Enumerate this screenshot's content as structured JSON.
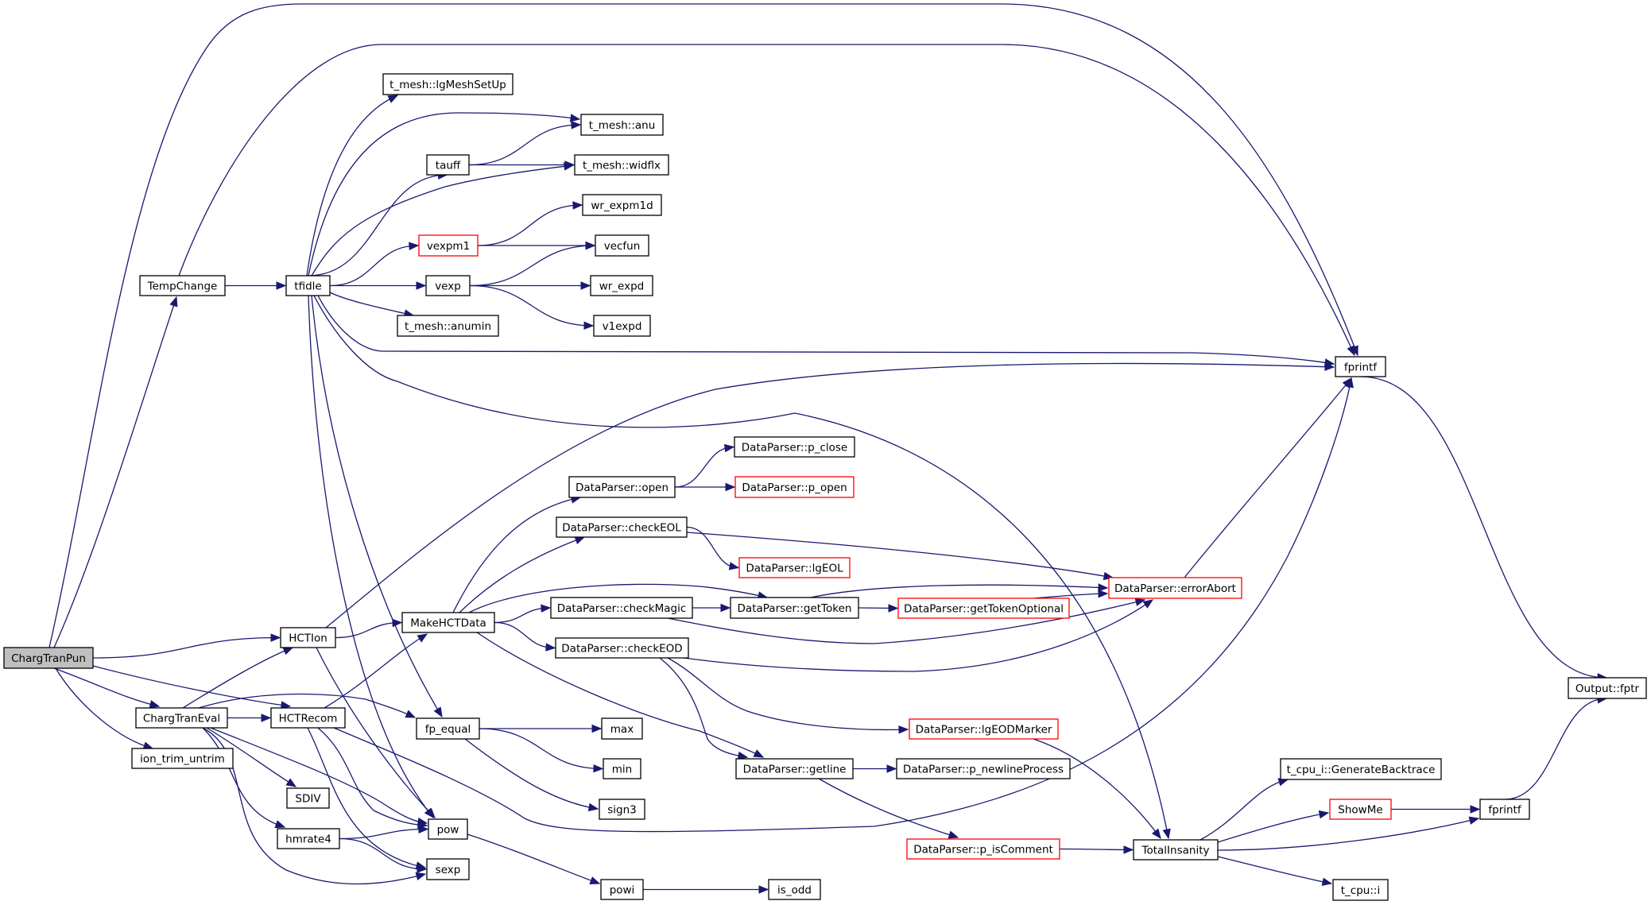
{
  "title": "ChargTranPun call graph",
  "colors": {
    "edge": "#191970",
    "node_border": "#000000",
    "node_border_undocumented": "#ff0000",
    "root_fill": "#bfbfbf",
    "node_fill": "#ffffff"
  },
  "nodes": [
    {
      "id": "ChargTranPun",
      "label": "ChargTranPun",
      "style": "root"
    },
    {
      "id": "TempChange",
      "label": "TempChange",
      "style": "normal"
    },
    {
      "id": "tfidle",
      "label": "tfidle",
      "style": "normal"
    },
    {
      "id": "lgMeshSetUp",
      "label": "t_mesh::lgMeshSetUp",
      "style": "normal"
    },
    {
      "id": "anu",
      "label": "t_mesh::anu",
      "style": "normal"
    },
    {
      "id": "tauff",
      "label": "tauff",
      "style": "normal"
    },
    {
      "id": "widflx",
      "label": "t_mesh::widflx",
      "style": "normal"
    },
    {
      "id": "wr_expm1d",
      "label": "wr_expm1d",
      "style": "normal"
    },
    {
      "id": "vexpm1",
      "label": "vexpm1",
      "style": "red"
    },
    {
      "id": "vecfun",
      "label": "vecfun",
      "style": "normal"
    },
    {
      "id": "vexp",
      "label": "vexp",
      "style": "normal"
    },
    {
      "id": "wr_expd",
      "label": "wr_expd",
      "style": "normal"
    },
    {
      "id": "anumin",
      "label": "t_mesh::anumin",
      "style": "normal"
    },
    {
      "id": "v1expd",
      "label": "v1expd",
      "style": "normal"
    },
    {
      "id": "fprintf1",
      "label": "fprintf",
      "style": "normal"
    },
    {
      "id": "fptr",
      "label": "Output::fptr",
      "style": "normal"
    },
    {
      "id": "p_close",
      "label": "DataParser::p_close",
      "style": "normal"
    },
    {
      "id": "open",
      "label": "DataParser::open",
      "style": "normal"
    },
    {
      "id": "p_open",
      "label": "DataParser::p_open",
      "style": "red"
    },
    {
      "id": "checkEOL",
      "label": "DataParser::checkEOL",
      "style": "normal"
    },
    {
      "id": "lgEOL",
      "label": "DataParser::lgEOL",
      "style": "red"
    },
    {
      "id": "errorAbort",
      "label": "DataParser::errorAbort",
      "style": "red"
    },
    {
      "id": "MakeHCTData",
      "label": "MakeHCTData",
      "style": "normal"
    },
    {
      "id": "checkMagic",
      "label": "DataParser::checkMagic",
      "style": "normal"
    },
    {
      "id": "getToken",
      "label": "DataParser::getToken",
      "style": "normal"
    },
    {
      "id": "getTokenOptional",
      "label": "DataParser::getTokenOptional",
      "style": "red"
    },
    {
      "id": "HCTIon",
      "label": "HCTIon",
      "style": "normal"
    },
    {
      "id": "checkEOD",
      "label": "DataParser::checkEOD",
      "style": "normal"
    },
    {
      "id": "ChargTranEval",
      "label": "ChargTranEval",
      "style": "normal"
    },
    {
      "id": "HCTRecom",
      "label": "HCTRecom",
      "style": "normal"
    },
    {
      "id": "fp_equal",
      "label": "fp_equal",
      "style": "normal"
    },
    {
      "id": "max",
      "label": "max",
      "style": "normal"
    },
    {
      "id": "lgEODMarker",
      "label": "DataParser::lgEODMarker",
      "style": "red"
    },
    {
      "id": "ion_trim_untrim",
      "label": "ion_trim_untrim",
      "style": "normal"
    },
    {
      "id": "min",
      "label": "min",
      "style": "normal"
    },
    {
      "id": "getline",
      "label": "DataParser::getline",
      "style": "normal"
    },
    {
      "id": "p_newlineProcess",
      "label": "DataParser::p_newlineProcess",
      "style": "normal"
    },
    {
      "id": "GenerateBacktrace",
      "label": "t_cpu_i::GenerateBacktrace",
      "style": "normal"
    },
    {
      "id": "SDIV",
      "label": "SDIV",
      "style": "normal"
    },
    {
      "id": "sign3",
      "label": "sign3",
      "style": "normal"
    },
    {
      "id": "ShowMe",
      "label": "ShowMe",
      "style": "red"
    },
    {
      "id": "fprintf2",
      "label": "fprintf",
      "style": "normal"
    },
    {
      "id": "hmrate4",
      "label": "hmrate4",
      "style": "normal"
    },
    {
      "id": "pow",
      "label": "pow",
      "style": "normal"
    },
    {
      "id": "p_isComment",
      "label": "DataParser::p_isComment",
      "style": "red"
    },
    {
      "id": "TotalInsanity",
      "label": "TotalInsanity",
      "style": "normal"
    },
    {
      "id": "sexp",
      "label": "sexp",
      "style": "normal"
    },
    {
      "id": "powi",
      "label": "powi",
      "style": "normal"
    },
    {
      "id": "is_odd",
      "label": "is_odd",
      "style": "normal"
    },
    {
      "id": "t_cpu_i",
      "label": "t_cpu::i",
      "style": "normal"
    }
  ],
  "edges": [
    [
      "ChargTranPun",
      "fprintf1"
    ],
    [
      "ChargTranPun",
      "TempChange"
    ],
    [
      "ChargTranPun",
      "HCTIon"
    ],
    [
      "ChargTranPun",
      "ChargTranEval"
    ],
    [
      "ChargTranPun",
      "HCTRecom"
    ],
    [
      "ChargTranPun",
      "ion_trim_untrim"
    ],
    [
      "TempChange",
      "tfidle"
    ],
    [
      "TempChange",
      "fprintf1"
    ],
    [
      "tfidle",
      "lgMeshSetUp"
    ],
    [
      "tfidle",
      "anu"
    ],
    [
      "tfidle",
      "tauff"
    ],
    [
      "tfidle",
      "widflx"
    ],
    [
      "tfidle",
      "vexpm1"
    ],
    [
      "tfidle",
      "vexp"
    ],
    [
      "tfidle",
      "anumin"
    ],
    [
      "tfidle",
      "fprintf1"
    ],
    [
      "tfidle",
      "TotalInsanity"
    ],
    [
      "tfidle",
      "fp_equal"
    ],
    [
      "tfidle",
      "pow"
    ],
    [
      "tauff",
      "anu"
    ],
    [
      "tauff",
      "widflx"
    ],
    [
      "vexpm1",
      "wr_expm1d"
    ],
    [
      "vexpm1",
      "vecfun"
    ],
    [
      "vexp",
      "vecfun"
    ],
    [
      "vexp",
      "wr_expd"
    ],
    [
      "vexp",
      "v1expd"
    ],
    [
      "fprintf1",
      "fptr"
    ],
    [
      "open",
      "p_close"
    ],
    [
      "open",
      "p_open"
    ],
    [
      "checkEOL",
      "lgEOL"
    ],
    [
      "checkEOL",
      "errorAbort"
    ],
    [
      "errorAbort",
      "fprintf1"
    ],
    [
      "MakeHCTData",
      "open"
    ],
    [
      "MakeHCTData",
      "checkEOL"
    ],
    [
      "MakeHCTData",
      "getToken"
    ],
    [
      "MakeHCTData",
      "checkMagic"
    ],
    [
      "MakeHCTData",
      "checkEOD"
    ],
    [
      "MakeHCTData",
      "getline"
    ],
    [
      "checkMagic",
      "getToken"
    ],
    [
      "checkMagic",
      "errorAbort"
    ],
    [
      "getToken",
      "getTokenOptional"
    ],
    [
      "getToken",
      "errorAbort"
    ],
    [
      "getTokenOptional",
      "errorAbort"
    ],
    [
      "checkEOD",
      "errorAbort"
    ],
    [
      "checkEOD",
      "lgEODMarker"
    ],
    [
      "checkEOD",
      "getline"
    ],
    [
      "HCTIon",
      "MakeHCTData"
    ],
    [
      "HCTIon",
      "fprintf1"
    ],
    [
      "HCTIon",
      "pow"
    ],
    [
      "ChargTranEval",
      "HCTIon"
    ],
    [
      "ChargTranEval",
      "HCTRecom"
    ],
    [
      "ChargTranEval",
      "fp_equal"
    ],
    [
      "ChargTranEval",
      "SDIV"
    ],
    [
      "ChargTranEval",
      "hmrate4"
    ],
    [
      "ChargTranEval",
      "pow"
    ],
    [
      "ChargTranEval",
      "sexp"
    ],
    [
      "HCTRecom",
      "MakeHCTData"
    ],
    [
      "HCTRecom",
      "pow"
    ],
    [
      "HCTRecom",
      "sexp"
    ],
    [
      "HCTRecom",
      "fprintf1"
    ],
    [
      "fp_equal",
      "max"
    ],
    [
      "fp_equal",
      "min"
    ],
    [
      "fp_equal",
      "sign3"
    ],
    [
      "lgEODMarker",
      "TotalInsanity"
    ],
    [
      "getline",
      "p_newlineProcess"
    ],
    [
      "getline",
      "p_isComment"
    ],
    [
      "p_isComment",
      "TotalInsanity"
    ],
    [
      "TotalInsanity",
      "GenerateBacktrace"
    ],
    [
      "TotalInsanity",
      "ShowMe"
    ],
    [
      "TotalInsanity",
      "fprintf2"
    ],
    [
      "TotalInsanity",
      "t_cpu_i"
    ],
    [
      "ShowMe",
      "fprintf2"
    ],
    [
      "fprintf2",
      "fptr"
    ],
    [
      "hmrate4",
      "pow"
    ],
    [
      "hmrate4",
      "sexp"
    ],
    [
      "pow",
      "powi"
    ],
    [
      "powi",
      "is_odd"
    ]
  ]
}
